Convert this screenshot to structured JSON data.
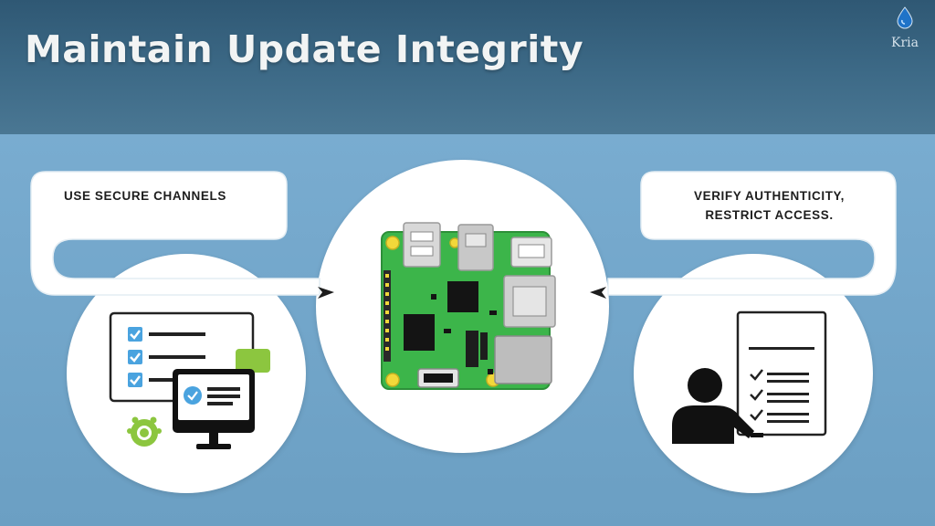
{
  "header": {
    "title": "Maintain Update Integrity",
    "brand": "Kria"
  },
  "steps": [
    {
      "id": "secure-channels",
      "label": "USE SECURE CHANNELS"
    },
    {
      "id": "verify-authenticity",
      "label_lines": [
        "VERIFY AUTHENTICITY,",
        "RESTRICT ACCESS."
      ]
    }
  ],
  "icons": {
    "left": "checklist-monitor-icon",
    "center": "circuit-board-icon",
    "right": "person-checklist-icon",
    "brand": "water-drop-logo"
  },
  "colors": {
    "header": "#3d6a87",
    "background": "#6fa3c7",
    "board": "#3cb54a",
    "check": "#4aa3df",
    "accent_green": "#8cc63f"
  }
}
